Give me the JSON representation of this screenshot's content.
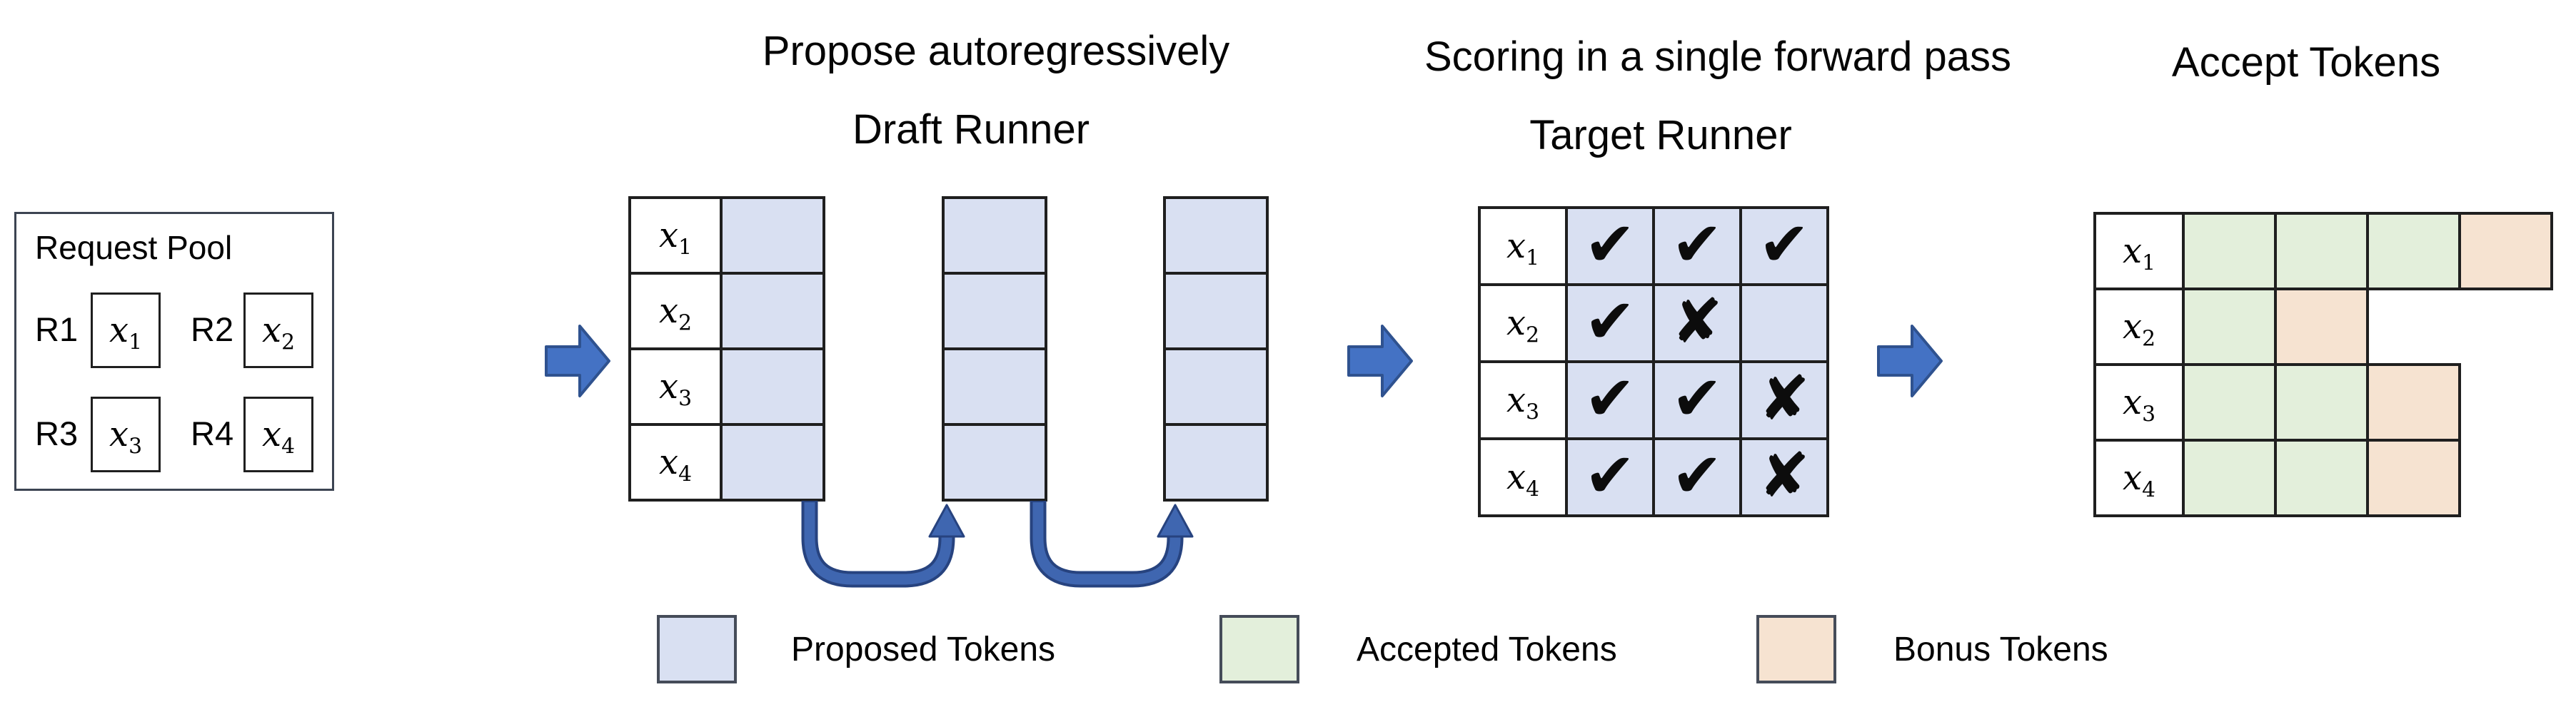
{
  "headings": {
    "draft_process": "Propose autoregressively",
    "draft_runner": "Draft Runner",
    "target_process": "Scoring in a single forward pass",
    "target_runner": "Target Runner",
    "accept": "Accept Tokens"
  },
  "request_pool": {
    "title": "Request Pool",
    "requests": [
      {
        "id": "R1"
      },
      {
        "id": "R2"
      },
      {
        "id": "R3"
      },
      {
        "id": "R4"
      }
    ]
  },
  "tokens": [
    {
      "base": "x",
      "sub": "1"
    },
    {
      "base": "x",
      "sub": "2"
    },
    {
      "base": "x",
      "sub": "3"
    },
    {
      "base": "x",
      "sub": "4"
    }
  ],
  "draft": {
    "proposal_steps": 3,
    "rows": 4
  },
  "target": {
    "rows": [
      {
        "marks": [
          "✔",
          "✔",
          "✔"
        ]
      },
      {
        "marks": [
          "✔",
          "✘",
          ""
        ]
      },
      {
        "marks": [
          "✔",
          "✔",
          "✘"
        ]
      },
      {
        "marks": [
          "✔",
          "✔",
          "✘"
        ]
      }
    ]
  },
  "accept": {
    "rows": [
      {
        "cells": [
          "accepted",
          "accepted",
          "accepted",
          "bonus"
        ]
      },
      {
        "cells": [
          "accepted",
          "bonus",
          "",
          ""
        ]
      },
      {
        "cells": [
          "accepted",
          "accepted",
          "bonus",
          ""
        ]
      },
      {
        "cells": [
          "accepted",
          "accepted",
          "bonus",
          ""
        ]
      }
    ]
  },
  "legend": {
    "items": [
      {
        "label": "Proposed Tokens",
        "type": "proposed",
        "color": "#d9e0f2"
      },
      {
        "label": "Accepted Tokens",
        "type": "accepted",
        "color": "#e3efdb"
      },
      {
        "label": "Bonus Tokens",
        "type": "bonus",
        "color": "#f6e3d1"
      }
    ]
  },
  "colors": {
    "proposed": "#d9e0f2",
    "accepted": "#e3efdb",
    "bonus": "#f6e3d1",
    "arrow_fill": "#4472c4",
    "arrow_stroke": "#2f528f",
    "curve_fill": "#3f66b0",
    "curve_stroke": "#27437f",
    "grid_border": "#1f1f1f"
  }
}
